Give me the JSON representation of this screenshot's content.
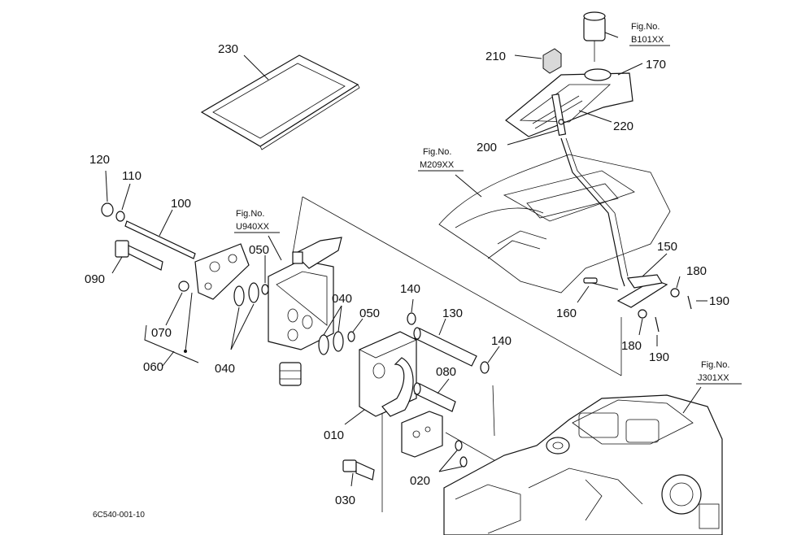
{
  "diagram": {
    "drawing_code": "6C540-001-10",
    "part_labels": {
      "p230": "230",
      "p210": "210",
      "p170": "170",
      "p220": "220",
      "p200": "200",
      "p120": "120",
      "p110": "110",
      "p100": "100",
      "p090": "090",
      "p050a": "050",
      "p070": "070",
      "p060": "060",
      "p040a": "040",
      "p040b": "040",
      "p050b": "050",
      "p140a": "140",
      "p130": "130",
      "p140b": "140",
      "p080": "080",
      "p010": "010",
      "p020": "020",
      "p030": "030",
      "p150": "150",
      "p180a": "180",
      "p190a": "190",
      "p160": "160",
      "p180b": "180",
      "p190b": "190"
    },
    "fig_refs": {
      "b101": {
        "title": "Fig.No.",
        "number": "B101XX"
      },
      "m209": {
        "title": "Fig.No.",
        "number": "M209XX"
      },
      "u940": {
        "title": "Fig.No.",
        "number": "U940XX"
      },
      "j301": {
        "title": "Fig.No.",
        "number": "J301XX"
      }
    }
  }
}
